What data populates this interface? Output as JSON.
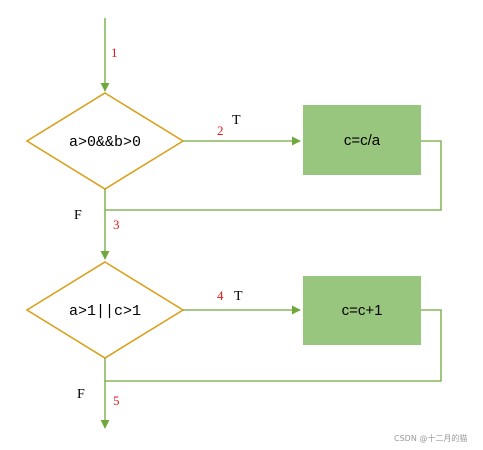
{
  "nodes": {
    "cond1": "a>0&&b>0",
    "action1": "c=c/a",
    "cond2": "a>1||c>1",
    "action2": "c=c+1"
  },
  "edge_numbers": {
    "e1": "1",
    "e2": "2",
    "e3": "3",
    "e4": "4",
    "e5": "5"
  },
  "branch_labels": {
    "true1": "T",
    "false1": "F",
    "true2": "T",
    "false2": "F"
  },
  "watermark": "CSDN @十二月的猫",
  "colors": {
    "line": "#71a83c",
    "diamond_stroke": "#d9a11e",
    "box_fill": "#99c67e",
    "edge_number": "#e01a1a"
  }
}
